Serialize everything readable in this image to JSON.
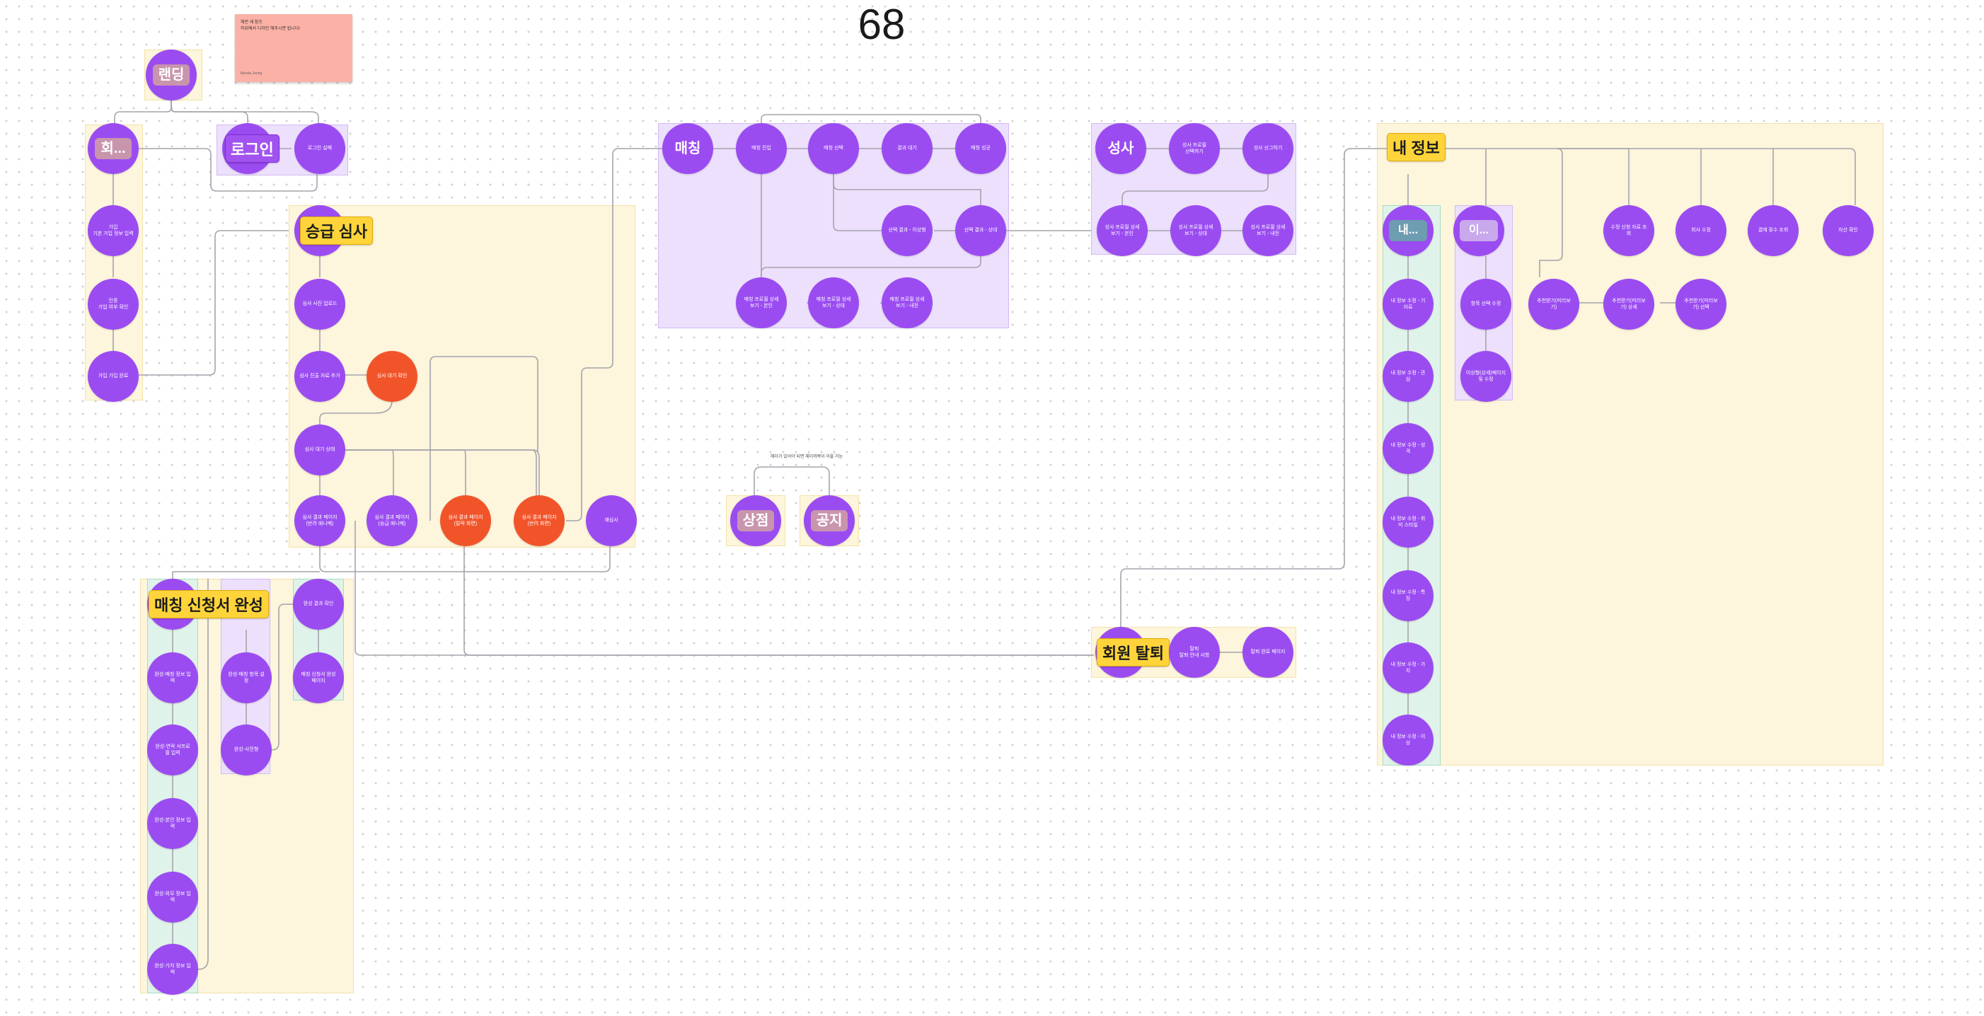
{
  "board": {
    "number": "68"
  },
  "sticky_note": {
    "line1": "헤런 세 참조",
    "line2": "하위에서 디자인 해주시면 됩니다!",
    "author": "Manda Jeong"
  },
  "floating_note": "헤더가 있어야 되면 헤더까쪽이 아울 가능",
  "section_tags": {
    "landing": "랜딩",
    "signup": "회...",
    "login": "로그인",
    "promotion": "승급 심사",
    "matching": "매칭",
    "review": "성사",
    "my_info": "내 정보",
    "application_complete": "매칭 신청서 완성",
    "withdrawal": "회원 탈퇴",
    "shop": "상점",
    "notice": "공지",
    "my_sub1": "내...",
    "my_sub2": "이..."
  },
  "nodes": {
    "login_fail": "로그인 실패",
    "signup_1": "가입\n기본 가입 정보 입력",
    "signup_2": "인증\n가입 여부 확인",
    "signup_3": "가입 가입 완료",
    "promo_1": "심사 사진 업로드",
    "promo_2": "심사 진출 자료 추가",
    "promo_red": "심사 대기 확인",
    "promo_3": "심사 대기 상태",
    "promo_4": "심사 결과 페이지\n(반려 애니메)",
    "promo_5": "심사 결과 페이지\n(승급 애니메)",
    "promo_red2": "심사 결과 페이지\n(탈락 화면)",
    "promo_red3": "심사 결과 페이지\n(반려 화면)",
    "promo_6": "재심사",
    "match_1": "매칭 진입",
    "match_2": "매칭 선택",
    "match_3": "결과 대기",
    "match_4": "매칭 성공",
    "match_5": "선택 결과 - 이상형",
    "match_6": "선택 결과 - 상대",
    "match_7": "매칭 프로필 상세\n보기 - 본인",
    "match_8": "매칭 프로필 상세\n보기 - 상대",
    "match_9": "매칭 프로필 상세\n보기 - 내전",
    "review_1": "성사 프로필\n선택하기",
    "review_2": "성사 선그하기",
    "review_3": "성사 프로필 상세\n보기 - 본인",
    "review_4": "성사 프로필 상세\n보기 - 상대",
    "review_5": "성사 프로필 상세\n보기 - 내전",
    "my_1": "내 정보 수정 - 기\n자료",
    "my_2": "내 정보 수정 - 관\n심",
    "my_3": "내 정보 수정 - 성\n격",
    "my_4": "내 정보 수정 - 취\n미 스타일",
    "my_5": "내 정보 수정 - 특\n징",
    "my_6": "내 정보 수정 - 가\n치",
    "my_7": "내 정보 수정 - 이\n상",
    "my_sub2_1": "항목 선택 수정",
    "my_sub2_2": "이상형(상세)페이지\n및 수정",
    "my_top_1": "수정 신청 자료 조\n회",
    "my_top_2": "회사 수정",
    "my_top_3": "결제 횟수 조회",
    "my_top_4": "자산 확인",
    "my_mid_1": "추천받기(미리보\n기)",
    "my_mid_2": "추천받기(미리보\n기) 상세",
    "my_mid_3": "추천받기(미리보\n기) 선택",
    "app_1": "완성-매칭 정보 입\n력",
    "app_2": "완성-연락 서프로\n필 입력",
    "app_3": "완성-본인 정보 입\n력",
    "app_4": "완성-외모 정보 입\n력",
    "app_5": "완성-가치 정보 입\n력",
    "app_mid_1": "완성-매칭 항목 설\n정",
    "app_mid_2": "완성-사전형",
    "app_right_1": "완성 결과 확인",
    "app_right_2": "매칭 신청서 완성\n페이지",
    "withdraw_1": "탈퇴\n탈퇴 안내 사항",
    "withdraw_2": "탈퇴 완료 페이지"
  },
  "colors": {
    "node_purple": "#9b4cf1",
    "node_red": "#f2542a",
    "tag_yellow": "#ffd43a",
    "section_yellow": "#fdf5dc",
    "section_purple": "#ede0fc",
    "section_green": "#e0f3ea",
    "sticky_pink": "#fbb1a5"
  }
}
